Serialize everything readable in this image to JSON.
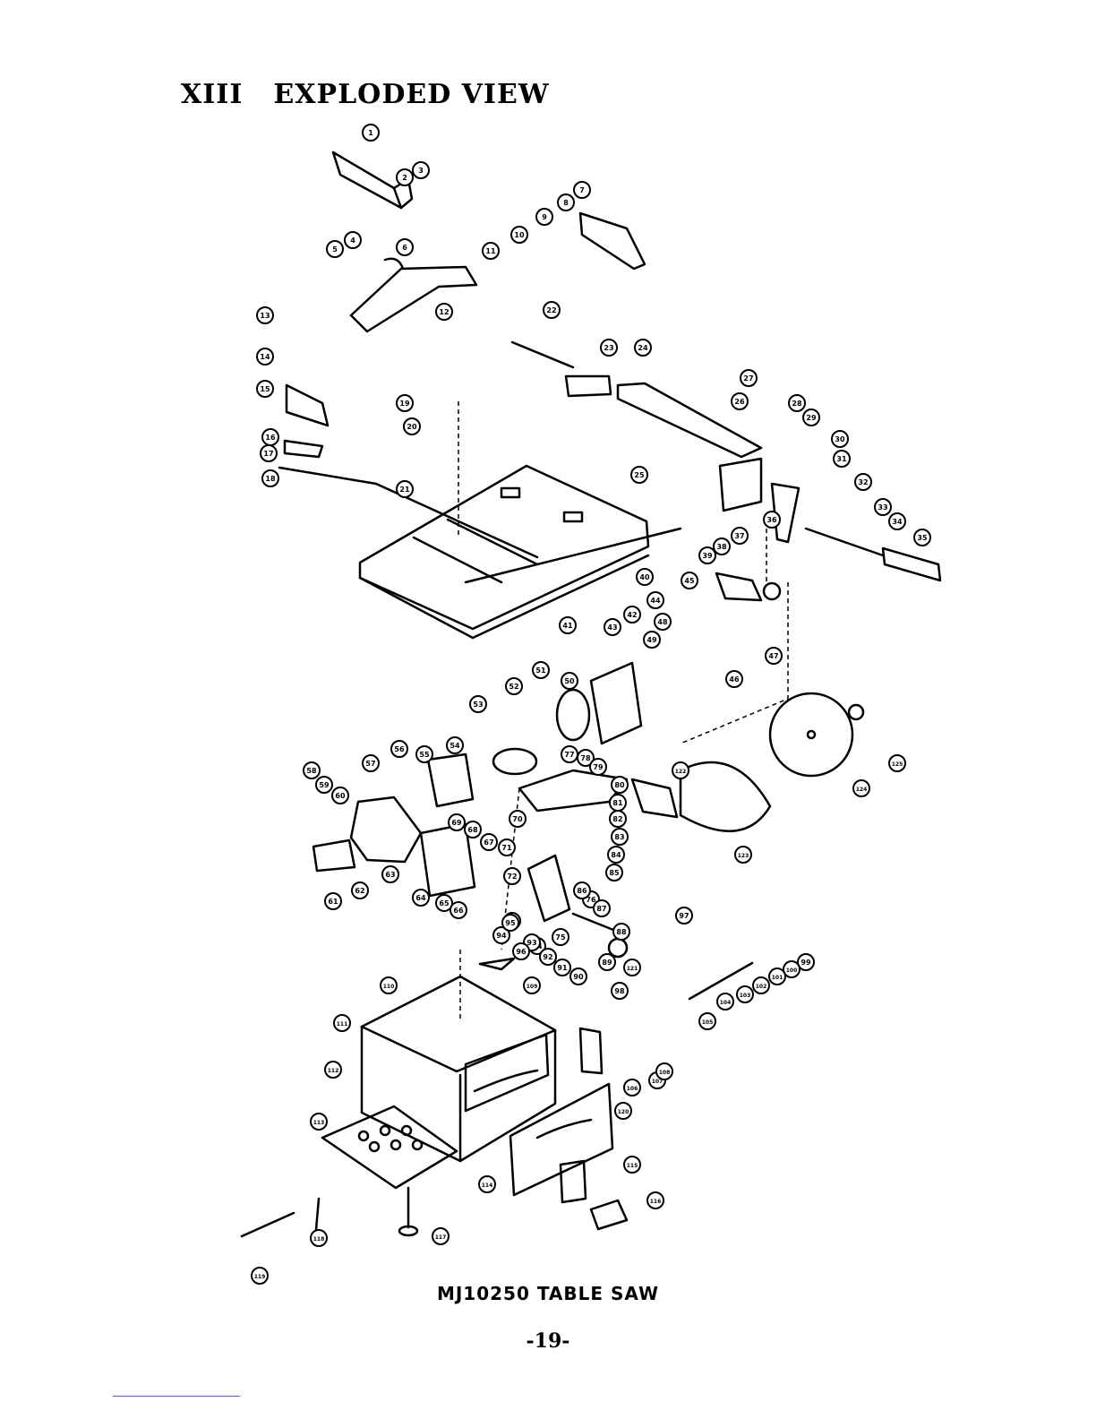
{
  "header": {
    "section": "XIII",
    "title": "EXPLODED VIEW"
  },
  "caption": "MJ10250 TABLE SAW",
  "page_number": "-19-",
  "diagram": {
    "callouts": [
      "1",
      "2",
      "3",
      "4",
      "5",
      "6",
      "7",
      "8",
      "9",
      "10",
      "11",
      "12",
      "13",
      "14",
      "15",
      "16",
      "17",
      "18",
      "19",
      "20",
      "21",
      "22",
      "23",
      "24",
      "25",
      "26",
      "27",
      "28",
      "29",
      "30",
      "31",
      "32",
      "33",
      "34",
      "35",
      "36",
      "37",
      "38",
      "39",
      "40",
      "41",
      "42",
      "43",
      "44",
      "45",
      "46",
      "47",
      "48",
      "49",
      "50",
      "51",
      "52",
      "53",
      "54",
      "55",
      "56",
      "57",
      "58",
      "59",
      "60",
      "61",
      "62",
      "63",
      "64",
      "65",
      "66",
      "67",
      "68",
      "69",
      "70",
      "71",
      "72",
      "73",
      "74",
      "75",
      "76",
      "77",
      "78",
      "79",
      "80",
      "81",
      "82",
      "83",
      "84",
      "85",
      "86",
      "87",
      "88",
      "89",
      "90",
      "91",
      "92",
      "93",
      "94",
      "95",
      "96",
      "97",
      "98",
      "99",
      "100",
      "101",
      "102",
      "103",
      "104",
      "105",
      "106",
      "107",
      "108",
      "109",
      "110",
      "111",
      "112",
      "113",
      "114",
      "115",
      "116",
      "117",
      "118",
      "119",
      "120",
      "121",
      "122",
      "123",
      "124",
      "125"
    ]
  }
}
